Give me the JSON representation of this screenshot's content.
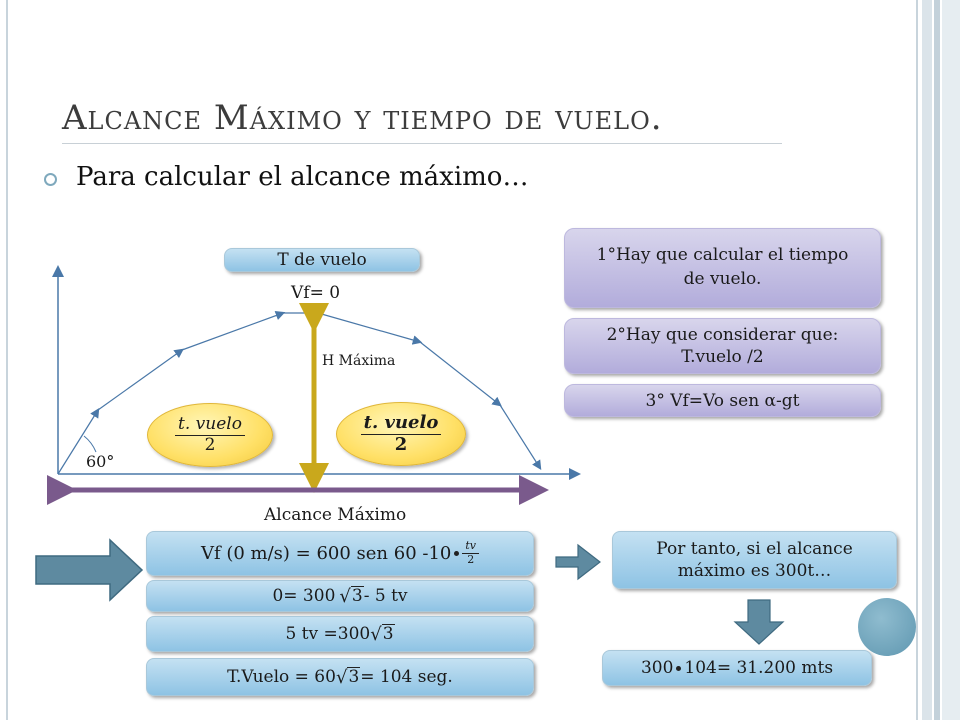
{
  "title": "Alcance Máximo y tiempo de vuelo.",
  "bullet": "Para calcular el alcance máximo…",
  "diagram": {
    "t_vuelo_label": "T de vuelo",
    "vf_zero": "Vf= 0",
    "h_maxima": "H Máxima",
    "angle": "60°",
    "alcance_maximo": "Alcance Máximo",
    "left_frac": {
      "num": "t. vuelo",
      "den": "2"
    },
    "right_frac": {
      "num": "t. vuelo",
      "den": "2"
    }
  },
  "steps": {
    "step1": "1°Hay que calcular el tiempo de vuelo.",
    "step2": "2°Hay que considerar que: T.vuelo /2",
    "step3": "3° Vf=Vo sen α-gt"
  },
  "equations": {
    "eq1_text": "Vf (0 m/s) = 600 sen 60 -10",
    "eq1_frac_num": "tv",
    "eq1_frac_den": "2",
    "eq2_a": "0= 300",
    "eq2_rad": "3",
    "eq2_b": "- 5 tv",
    "eq3_a": "5 tv =300",
    "eq3_rad": "3",
    "eq4_a": "T.Vuelo = 60",
    "eq4_rad": "3",
    "eq4_b": "= 104 seg."
  },
  "conclusion": {
    "text": "Por tanto, si el alcance máximo es 300t…",
    "result_a": "300",
    "result_b": "104= 31.200 mts"
  },
  "colors": {
    "blue_box": "#8ec3e4",
    "lavender_box": "#b2acdb",
    "yellow_oval": "#ffe066",
    "arrow_fill": "#5e8aa0",
    "height_line": "#c9a81c",
    "span_line": "#7a5a8c"
  }
}
